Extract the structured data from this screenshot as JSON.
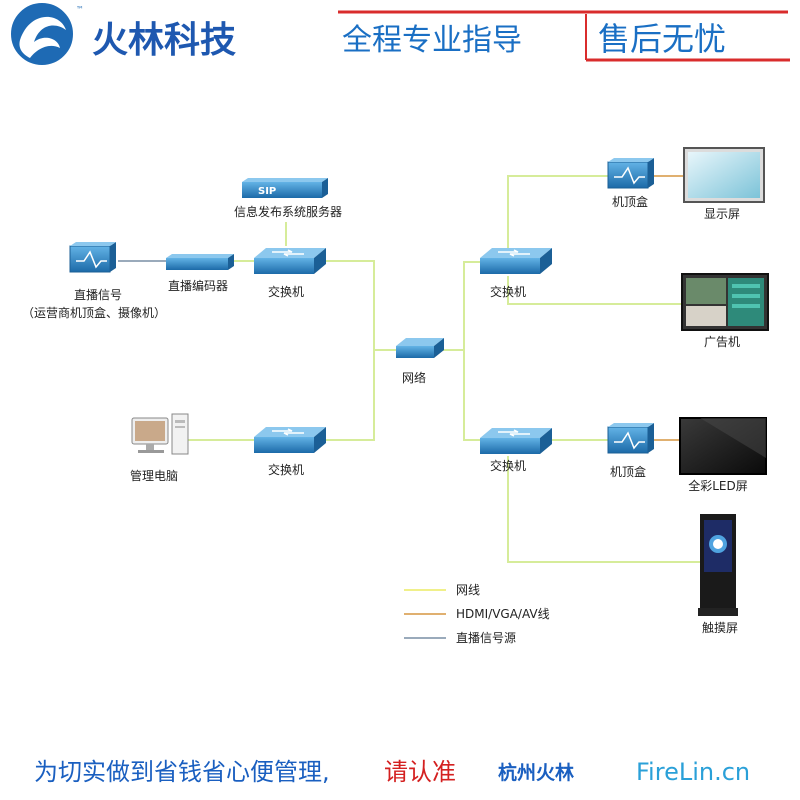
{
  "header": {
    "brand": "火林科技",
    "logo_mark": "™",
    "slogan_1": "全程专业指导",
    "slogan_2": "售后无忧"
  },
  "diagram": {
    "nodes": {
      "live_signal": "直播信号",
      "live_signal_note": "（运营商机顶盒、摄像机）",
      "encoder": "直播编码器",
      "server": "信息发布系统服务器",
      "switch_left_top": "交换机",
      "switch_left_bottom": "交换机",
      "admin_pc": "管理电脑",
      "network": "网络",
      "switch_right_top": "交换机",
      "switch_right_bottom": "交换机",
      "stb_top": "机顶盒",
      "stb_bottom": "机顶盒",
      "display": "显示屏",
      "ad_machine": "广告机",
      "led_screen": "全彩LED屏",
      "touch_screen": "触摸屏"
    },
    "legend": [
      {
        "label": "网线",
        "color": "#f0f08a"
      },
      {
        "label": "HDMI/VGA/AV线",
        "color": "#e0b070"
      },
      {
        "label": "直播信号源",
        "color": "#9aaabb"
      }
    ],
    "colors": {
      "network_line": "#d6ec9a",
      "hdmi_line": "#e0b070",
      "signal_line": "#9aaabb",
      "device_blue": "#2f86c4"
    }
  },
  "footer": {
    "part1": "为切实做到省钱省心便管理,",
    "part2": "请认准",
    "part3": "杭州火林",
    "part4": "FireLin.cn"
  }
}
